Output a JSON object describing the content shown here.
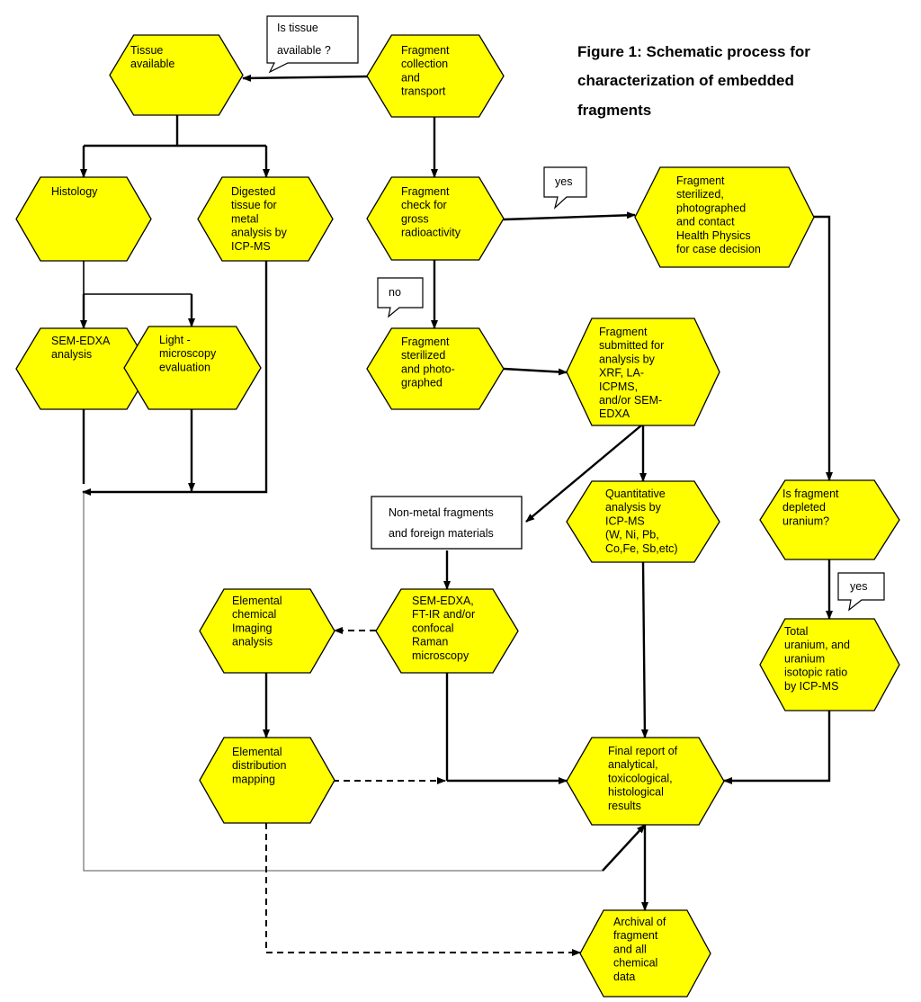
{
  "title_lines": [
    "Figure 1: Schematic process for",
    "characterization of embedded",
    "fragments"
  ],
  "nodes": {
    "tissue_available": [
      "Tissue",
      "available"
    ],
    "fragment_collection": [
      "Fragment",
      "collection",
      "and",
      "transport"
    ],
    "histology": [
      "Histology"
    ],
    "digested_tissue": [
      "Digested",
      "tissue for",
      "metal",
      "analysis by",
      "ICP-MS"
    ],
    "gross_check": [
      "Fragment",
      "check for",
      "gross",
      "radioactivity"
    ],
    "health_physics": [
      "Fragment",
      "sterilized,",
      "photographed",
      "and contact",
      "Health Physics",
      "for case decision"
    ],
    "sem_edxa": [
      "SEM-EDXA",
      "analysis"
    ],
    "light_microscopy": [
      "Light -",
      "microscopy",
      "evaluation"
    ],
    "sterilized_photo": [
      "Fragment",
      "sterilized",
      "and photo-",
      "graphed"
    ],
    "submitted_analysis": [
      "Fragment",
      "submitted for",
      "analysis by",
      "XRF, LA-",
      "ICPMS,",
      "and/or SEM-",
      "EDXA"
    ],
    "quantitative": [
      "Quantitative",
      "analysis by",
      "ICP-MS",
      "(W, Ni, Pb,",
      "Co,Fe, Sb,etc)"
    ],
    "depleted_uranium": [
      "Is fragment",
      "depleted",
      "uranium?"
    ],
    "sem_ftir_raman": [
      "SEM-EDXA,",
      "FT-IR  and/or",
      "confocal",
      "Raman",
      " microscopy"
    ],
    "elemental_imaging": [
      "Elemental",
      "chemical",
      "Imaging",
      "analysis"
    ],
    "total_uranium": [
      "Total",
      "uranium, and",
      "uranium",
      "isotopic ratio",
      "by ICP-MS"
    ],
    "distribution_mapping": [
      "Elemental",
      "distribution",
      "mapping"
    ],
    "final_report": [
      "Final report of",
      "analytical,",
      "toxicological,",
      "histological",
      "results"
    ],
    "archival": [
      "Archival of",
      "fragment",
      "and all",
      "chemical",
      "data"
    ]
  },
  "boxes": {
    "non_metal": [
      "Non-metal fragments",
      "and foreign materials"
    ]
  },
  "callouts": {
    "is_tissue": [
      "Is tissue",
      "available ?"
    ],
    "yes_radio": [
      "yes"
    ],
    "no_radio": [
      "no"
    ],
    "yes_uranium": [
      "yes"
    ]
  },
  "colors": {
    "node_fill": "#ffff00",
    "stroke": "#000000",
    "background": "#ffffff"
  }
}
